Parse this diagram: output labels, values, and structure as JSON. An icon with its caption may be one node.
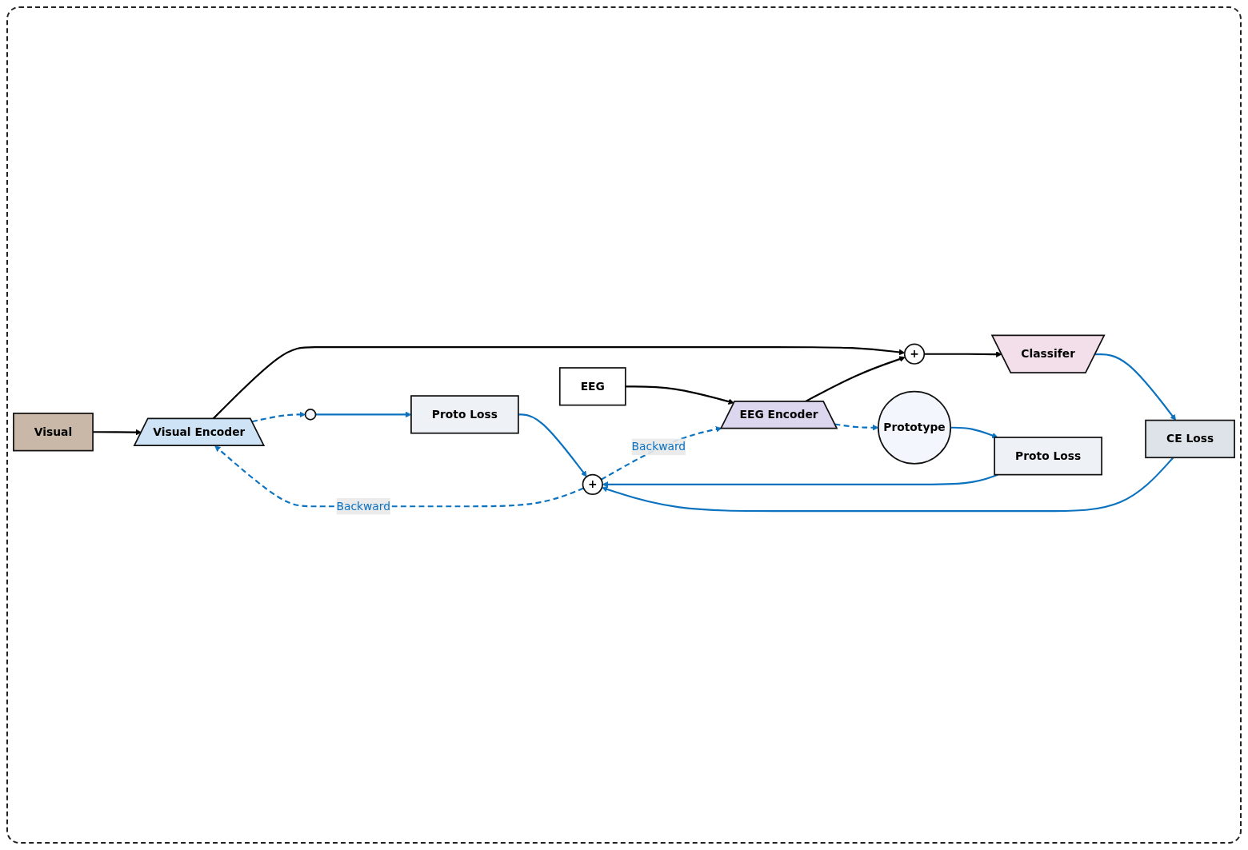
{
  "diagram": {
    "nodes": [
      {
        "text": [
          "Visual"
        ]
      },
      {
        "text": [
          "Visual Encoder"
        ]
      },
      {
        "text": [],
        "shape": "circle"
      },
      {
        "text": [
          "Proto Loss"
        ]
      },
      {
        "text": [
          "+"
        ]
      },
      {
        "text": [
          "Classifer"
        ]
      },
      {
        "text": [
          "CE Loss"
        ]
      },
      {
        "text": [
          "+"
        ]
      },
      {
        "text": [
          "EEG"
        ]
      },
      {
        "text": [
          "EEG Encoder"
        ]
      },
      {
        "text": [
          "Prototype"
        ]
      },
      {
        "text": [
          "Proto Loss"
        ]
      }
    ],
    "edges": [
      {
        "from": 0,
        "to": 1,
        "arrow": "to",
        "color": "#000000"
      },
      {
        "from": 1,
        "to": 2,
        "arrow": "to",
        "style": "dashed"
      },
      {
        "from": 1,
        "to": 4,
        "arrow": "to",
        "color": "#000000"
      },
      {
        "from": 8,
        "to": 9,
        "arrow": "to",
        "color": "#000000"
      },
      {
        "from": 9,
        "to": 4,
        "arrow": "to",
        "color": "#000000"
      },
      {
        "from": 9,
        "to": 10,
        "arrow": "to",
        "style": "dashed"
      },
      {
        "from": 4,
        "to": 5,
        "arrow": "to",
        "color": "#000000"
      },
      {
        "from": 2,
        "to": 3,
        "arrow": "to"
      },
      {
        "from": 5,
        "to": 6,
        "arrow": "to"
      },
      {
        "from": 10,
        "to": 11,
        "arrow": "to"
      },
      {
        "from": 3,
        "to": 7,
        "arrow": "to"
      },
      {
        "from": 6,
        "to": 7,
        "arrow": "to"
      },
      {
        "from": 11,
        "to": 7,
        "arrow": "to"
      },
      {
        "from": 7,
        "to": 1,
        "arrow": "to",
        "style": "dashed",
        "label": "Backward"
      },
      {
        "from": 7,
        "to": 9,
        "arrow": "to",
        "style": "dashed",
        "label": "Backward"
      }
    ]
  }
}
